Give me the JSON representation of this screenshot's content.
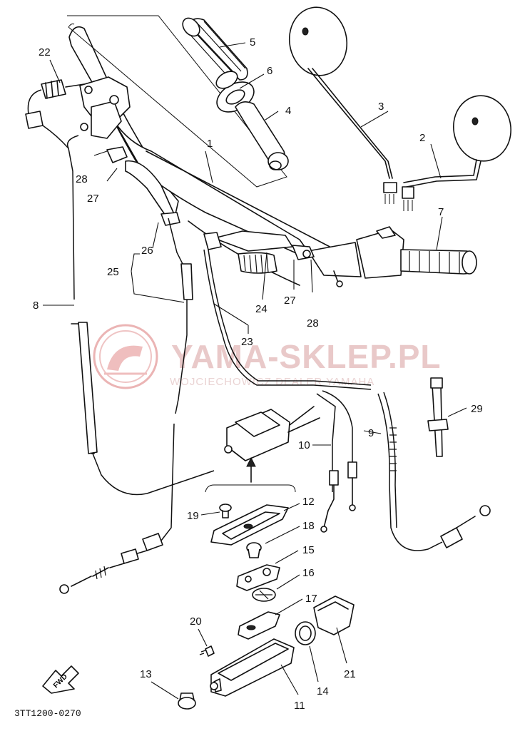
{
  "diagram": {
    "watermark": {
      "main": "YAMA-SKLEP.PL",
      "sub": "WOJCIECHOWICZ DEALER YAMAHA",
      "logo_color": "#e8a0a0"
    },
    "code": "3TT1200-0270",
    "fwd_label": "FWD",
    "callouts": {
      "c1": "1",
      "c2": "2",
      "c3": "3",
      "c4": "4",
      "c5": "5",
      "c6": "6",
      "c7": "7",
      "c8": "8",
      "c9": "9",
      "c10": "10",
      "c11": "11",
      "c12": "12",
      "c13": "13",
      "c14": "14",
      "c15": "15",
      "c16": "16",
      "c17": "17",
      "c18": "18",
      "c19": "19",
      "c20": "20",
      "c21": "21",
      "c22": "22",
      "c23": "23",
      "c24": "24",
      "c25": "25",
      "c26": "26",
      "c27a": "27",
      "c27b": "27",
      "c28a": "28",
      "c28b": "28",
      "c29": "29"
    }
  }
}
